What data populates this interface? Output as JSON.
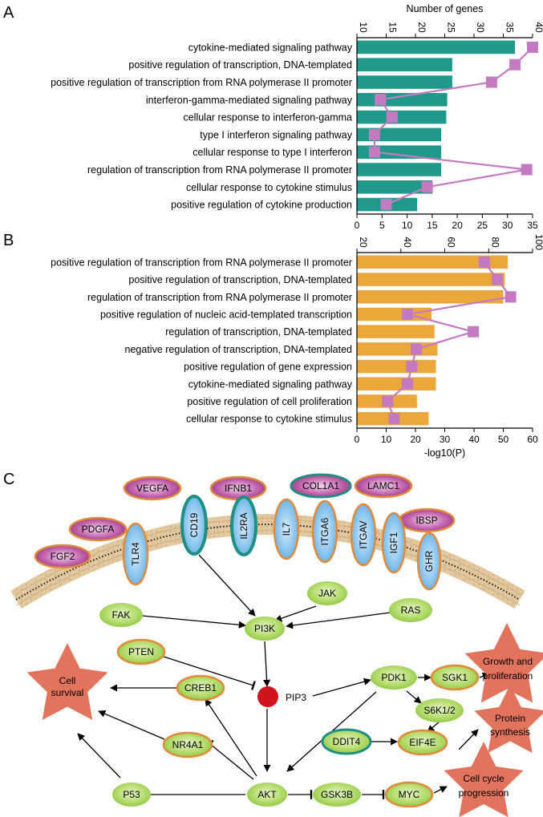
{
  "panels": {
    "A": "A",
    "B": "B",
    "C": "C"
  },
  "colors": {
    "teal": "#1f9a8a",
    "orange": "#eba63c",
    "purple": "#c47ac0",
    "green_fill": "#9ccf4f",
    "blue_fill": "#6ab4e8",
    "magenta_fill": "#a8388f",
    "orange_border": "#e28a3a",
    "teal_border": "#1f8f83",
    "star": "#e2735c",
    "pip3": "#d0141c",
    "membrane": "#f3dfbe"
  },
  "chart_data": [
    {
      "type": "bar",
      "panel": "A",
      "top_axis_label": "Number of genes",
      "top_ticks": [
        "10",
        "15",
        "20",
        "25",
        "30",
        "35",
        "40"
      ],
      "top_range": [
        10,
        40
      ],
      "bottom_ticks": [
        "0",
        "5",
        "10",
        "15",
        "20",
        "25",
        "30",
        "35"
      ],
      "bottom_range": [
        0,
        35
      ],
      "bottom_axis_label": "",
      "categories": [
        "cytokine-mediated signaling pathway",
        "positive regulation of transcription, DNA-templated",
        "positive regulation of transcription from RNA polymerase II promoter",
        "interferon-gamma-mediated signaling pathway",
        "cellular response to interferon-gamma",
        "type I interferon signaling pathway",
        "cellular response to type I interferon",
        "regulation of transcription from RNA polymerase II promoter",
        "cellular response to cytokine stimulus",
        "positive regulation of cytokine production"
      ],
      "series": [
        {
          "kind": "bar",
          "axis": "bottom",
          "values": [
            31.5,
            19,
            19,
            18,
            17.8,
            16.8,
            16.8,
            16.8,
            15,
            12
          ]
        },
        {
          "kind": "line",
          "axis": "top",
          "values": [
            40,
            37,
            33,
            14,
            16,
            13,
            13,
            39,
            22,
            15
          ]
        }
      ]
    },
    {
      "type": "bar",
      "panel": "B",
      "top_axis_label": "",
      "top_ticks": [
        "20",
        "40",
        "60",
        "80",
        "100"
      ],
      "top_range": [
        20,
        100
      ],
      "bottom_ticks": [
        "0",
        "10",
        "20",
        "30",
        "40",
        "50",
        "60"
      ],
      "bottom_range": [
        0,
        60
      ],
      "bottom_axis_label": "-log10(P)",
      "categories": [
        "positive regulation of transcription from RNA polymerase II promoter",
        "positive regulation of transcription, DNA-templated",
        "regulation of transcription from RNA polymerase II promoter",
        "positive regulation of nucleic acid-templated transcription",
        "regulation of transcription, DNA-templated",
        "negative regulation of transcription, DNA-templated",
        "positive regulation of gene expression",
        "cytokine-mediated signaling pathway",
        "positive regulation of cell proliferation",
        "cellular response to cytokine stimulus"
      ],
      "series": [
        {
          "kind": "bar",
          "axis": "bottom",
          "values": [
            51.5,
            50.5,
            50,
            25.5,
            26.5,
            27.5,
            27,
            27,
            20.5,
            24.5
          ]
        },
        {
          "kind": "line",
          "axis": "top",
          "values": [
            78,
            84,
            90,
            43,
            73,
            47,
            45,
            43,
            34,
            37
          ]
        }
      ]
    }
  ],
  "diagram": {
    "ligands": [
      "FGF2",
      "PDGFA",
      "VEGFA",
      "IFNB1",
      "COL1A1",
      "LAMC1",
      "IBSP"
    ],
    "receptors": [
      "TLR4",
      "CD19",
      "IL2RA",
      "IL7",
      "ITGA6",
      "ITGAV",
      "IGF1",
      "GHR"
    ],
    "nodes": {
      "fak": "FAK",
      "jak": "JAK",
      "ras": "RAS",
      "pi3k": "PI3K",
      "pten": "PTEN",
      "creb1": "CREB1",
      "pip3": "PIP3",
      "pdk1": "PDK1",
      "sgk1": "SGK1",
      "s6k": "S6K1/2",
      "ddit4": "DDIT4",
      "eif4e": "EIF4E",
      "nr4a1": "NR4A1",
      "p53": "P53",
      "akt": "AKT",
      "gsk3b": "GSK3B",
      "myc": "MYC"
    },
    "outcomes": {
      "cell_survival": [
        "Cell",
        "survival"
      ],
      "growth": [
        "Growth and",
        "proliferation"
      ],
      "protein": [
        "Protein",
        "synthesis"
      ],
      "cycle": [
        "Cell cycle",
        "progression"
      ]
    }
  }
}
